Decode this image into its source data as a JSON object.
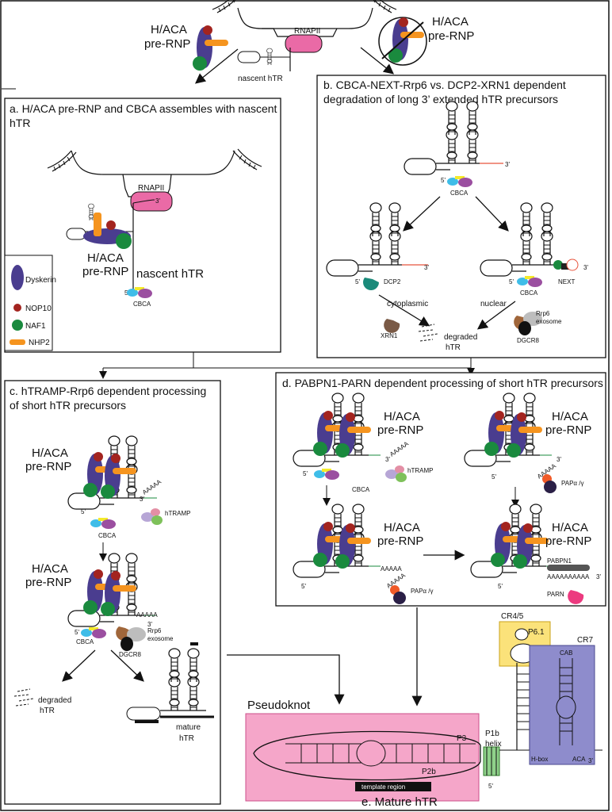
{
  "top": {
    "left_label_1": "H/ACA",
    "left_label_2": "pre-RNP",
    "right_label_1": "H/ACA",
    "right_label_2": "pre-RNP",
    "polymerase": "RNAPII",
    "nascent": "nascent hTR"
  },
  "panel_a": {
    "title_1": "a. H/ACA pre-RNP and CBCA assembles with nascent",
    "title_2": "hTR",
    "polymerase": "RNAPII",
    "prime3": "3'",
    "complex_1": "H/ACA",
    "complex_2": "pre-RNP",
    "nascent": "nascent hTR",
    "prime5": "5'",
    "cbca": "CBCA",
    "legend": [
      {
        "label": "Dyskerin",
        "color": "#4a3d8f",
        "icon": "dyskerin-ellipse"
      },
      {
        "label": "NOP10",
        "color": "#a3241f",
        "icon": "nop10-circle"
      },
      {
        "label": "NAF1",
        "color": "#1a8a3e",
        "icon": "naf1-circle"
      },
      {
        "label": "NHP2",
        "color": "#f5941f",
        "icon": "nhp2-bar"
      }
    ]
  },
  "panel_b": {
    "title_1": "b. CBCA-NEXT-Rrp6 vs. DCP2-XRN1 dependent",
    "title_2": "degradation of long 3’ extended hTR precursors",
    "prime5": "5'",
    "prime3": "3'",
    "cbca": "CBCA",
    "dcp2": "DCP2",
    "next": "NEXT",
    "cytoplasmic": "cytoplasmic",
    "nuclear": "nuclear",
    "xrn1": "XRN1",
    "degraded_1": "degraded",
    "degraded_2": "hTR",
    "rrp6_1": "Rrp6",
    "rrp6_2": "exosome",
    "dgcr8": "DGCR8"
  },
  "panel_c": {
    "title_1": "c. hTRAMP-Rrp6 dependent processing",
    "title_2": "of short hTR precursors",
    "complex_1": "H/ACA",
    "complex_2": "pre-RNP",
    "aaaaa": "AAAAA",
    "prime3": "3'",
    "prime5": "5'",
    "htramp": "hTRAMP",
    "cbca": "CBCA",
    "rrp6_1": "Rrp6",
    "rrp6_2": "exosome",
    "dgcr8": "DGCR8",
    "degraded_1": "degraded",
    "degraded_2": "hTR",
    "mature_1": "mature",
    "mature_2": "hTR"
  },
  "panel_d": {
    "title": "d. PABPN1-PARN dependent processing of short hTR precursors",
    "complex_1": "H/ACA",
    "complex_2": "pre-RNP",
    "aaaaa": "AAAAA",
    "prime3": "3'",
    "prime5": "5'",
    "htramp": "hTRAMP",
    "cbca": "CBCA",
    "pap": "PAPα /γ",
    "pabpn1": "PABPN1",
    "long_a": "AAAAAAAAAA",
    "parn": "PARN"
  },
  "panel_e": {
    "pseudoknot": "Pseudoknot",
    "p3": "P3",
    "p2b": "P2b",
    "template": "template region",
    "p1b_1": "P1b",
    "p1b_2": "helix",
    "cr45": "CR4/5",
    "p61": "P6.1",
    "cr7": "CR7",
    "cab": "CAB",
    "hbox": "H-box",
    "aca": "ACA",
    "prime3": "3'",
    "prime5": "5'",
    "caption": "e. Mature hTR"
  },
  "colors": {
    "dyskerin": "#4a3d8f",
    "nop10": "#a3241f",
    "naf1": "#1a8a3e",
    "nhp2": "#f5941f",
    "rnapii": "#ea6aa6",
    "cbca_blue": "#3fbde8",
    "cbca_yellow": "#f4ea2a",
    "cbca_purple": "#9b4fa0",
    "pseudoknot_box": "#f5a6c9",
    "cr45_box": "#fbe27a",
    "cr7_box": "#8e8ccc",
    "p1b_box": "#8fd18a",
    "extension": "#e8543c"
  }
}
